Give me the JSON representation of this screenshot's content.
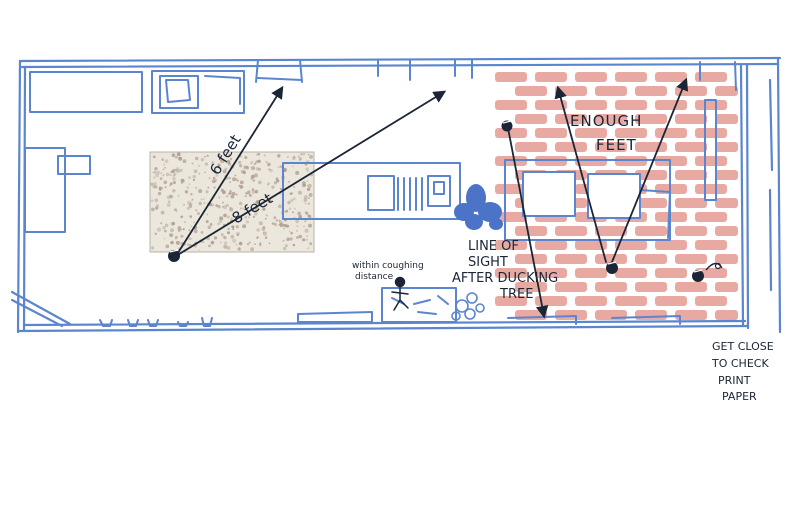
{
  "colors": {
    "wall": "#5b86cf",
    "ink": "#1b2536",
    "brick": "#e9a9a3",
    "rug_fill": "#ece7dc",
    "rug_dots": "#a8978b",
    "plant": "#4b73c8",
    "paper": "#ffffff"
  },
  "labels": {
    "distance_6": "6 feet",
    "distance_8": "8 feet",
    "enough_line1": "ENOUGH",
    "enough_line2": "FEET",
    "line_of_sight_1": "LINE OF",
    "line_of_sight_2": "SIGHT",
    "line_of_sight_3": "AFTER DUCKING",
    "line_of_sight_4": "TREE",
    "cough_1": "within coughing",
    "cough_2": "distance",
    "get_close_1": "GET CLOSE",
    "get_close_2": "TO CHECK",
    "get_close_3": "PRINT",
    "get_close_4": "PAPER"
  },
  "icons": [
    "person-marker-icon",
    "stick-figure-icon",
    "plant-icon",
    "arrow-icon"
  ]
}
